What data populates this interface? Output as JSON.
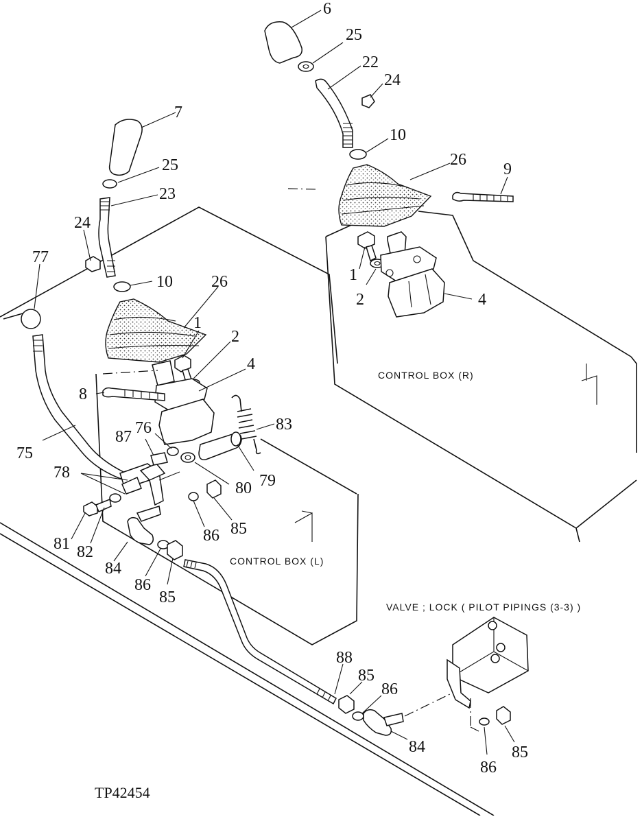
{
  "figure_id": "TP42454",
  "box_labels": {
    "control_box_r": "CONTROL BOX (R)",
    "control_box_l": "CONTROL BOX (L)",
    "valve_lock": "VALVE ; LOCK ( PILOT PIPINGS (3-3) )"
  },
  "callouts": {
    "c6": "6",
    "c25a": "25",
    "c22": "22",
    "c24a": "24",
    "c10a": "10",
    "c26a": "26",
    "c9": "9",
    "c1a": "1",
    "c2a": "2",
    "c4a": "4",
    "c7": "7",
    "c25b": "25",
    "c23": "23",
    "c24b": "24",
    "c77": "77",
    "c10b": "10",
    "c26b": "26",
    "c1b": "1",
    "c2b": "2",
    "c4b": "4",
    "c8": "8",
    "c83": "83",
    "c75": "75",
    "c87": "87",
    "c76": "76",
    "c78": "78",
    "c80": "80",
    "c79": "79",
    "c81": "81",
    "c82": "82",
    "c86a": "86",
    "c85a": "85",
    "c84a": "84",
    "c86b": "86",
    "c85b": "85",
    "c88": "88",
    "c85c": "85",
    "c86c": "86",
    "c84b": "84",
    "c86d": "86",
    "c85d": "85"
  }
}
